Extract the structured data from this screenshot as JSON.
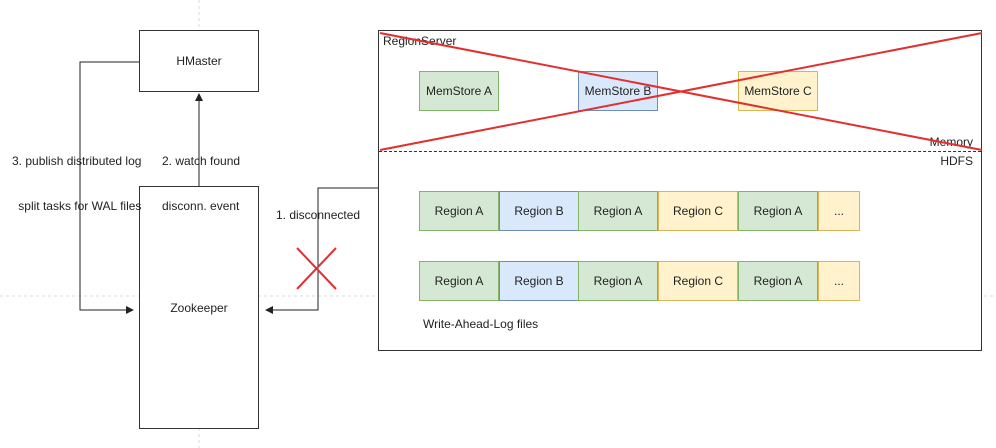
{
  "nodes": {
    "hmaster": "HMaster",
    "zookeeper": "Zookeeper",
    "region_server": "RegionServer"
  },
  "edges": {
    "publish_label_line1": "3. publish distributed log",
    "publish_label_line2": "split tasks for WAL files",
    "watch_label_line1": "2. watch found",
    "watch_label_line2": "disconn. event",
    "disconnected_label": "1. disconnected"
  },
  "memory": {
    "label": "Memory",
    "memstores": [
      {
        "label": "MemStore A",
        "color": "#d5e8d4"
      },
      {
        "label": "MemStore B",
        "color": "#dae8fc"
      },
      {
        "label": "MemStore C",
        "color": "#fff2cc"
      }
    ]
  },
  "hdfs": {
    "label": "HDFS",
    "row1": [
      "Region A",
      "Region B",
      "Region A",
      "Region C",
      "Region A",
      "..."
    ],
    "row2": [
      "Region A",
      "Region B",
      "Region A",
      "Region C",
      "Region A",
      "..."
    ],
    "wal_label": "Write-Ahead-Log files"
  },
  "colors": {
    "green": "#d5e8d4",
    "blue": "#dae8fc",
    "yellow": "#fff2cc",
    "failure_red": "#e03030"
  }
}
